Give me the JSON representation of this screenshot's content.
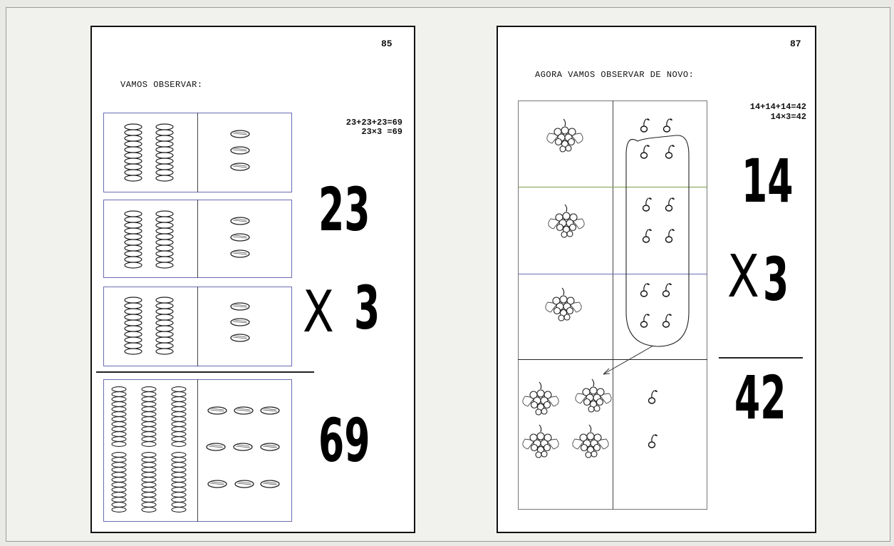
{
  "page_left": {
    "number": "85",
    "heading": "VAMOS OBSERVAR:",
    "equation_line1": "23+23+23=69",
    "equation_line2": "23×3 =69",
    "multiplicand": "23",
    "times_sign": "X",
    "multiplier": "3",
    "result": "69"
  },
  "page_right": {
    "number": "87",
    "heading": "AGORA VAMOS OBSERVAR DE NOVO:",
    "equation_line1": "14+14+14=42",
    "equation_line2": "14×3=42",
    "multiplicand": "14",
    "times_sign": "X",
    "multiplier": "3",
    "result": "42"
  },
  "icons": {
    "coin_stack": "coin-stack-icon",
    "coin": "coin-icon",
    "grape_bunch": "grape-bunch-icon",
    "cherry": "single-grape-icon"
  }
}
